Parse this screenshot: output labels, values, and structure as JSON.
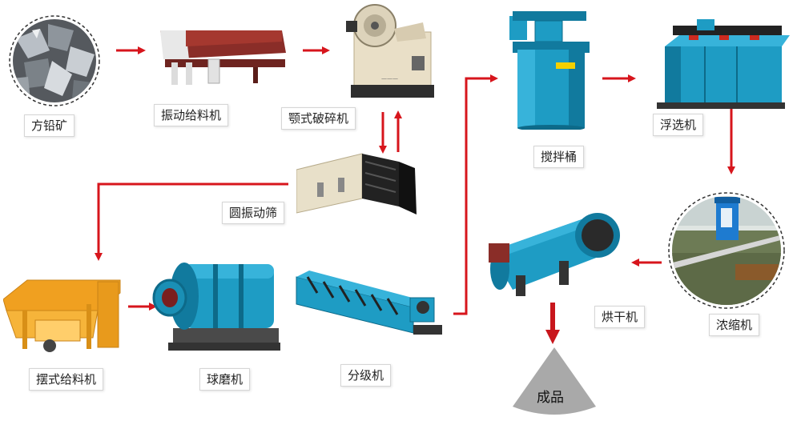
{
  "nodes": {
    "ore": "方铅矿",
    "vibrating_feeder": "振动给料机",
    "jaw_crusher": "颚式破碎机",
    "circular_screen": "圆振动筛",
    "swing_feeder": "摆式给料机",
    "ball_mill": "球磨机",
    "classifier": "分级机",
    "agitation_tank": "搅拌桶",
    "flotation_machine": "浮选机",
    "thickener": "浓缩机",
    "dryer": "烘干机",
    "product": "成品"
  },
  "colors": {
    "arrow": "#d7151c",
    "machine_blue": "#1e9cc4",
    "machine_blue_dark": "#117a9e",
    "feeder_orange": "#f0a020",
    "crusher_beige": "#e9dfc7",
    "product_gray": "#a9a9a9"
  },
  "icons": {
    "ore": "ore-rocks-photo",
    "thickener": "thickener-tank-photo"
  }
}
